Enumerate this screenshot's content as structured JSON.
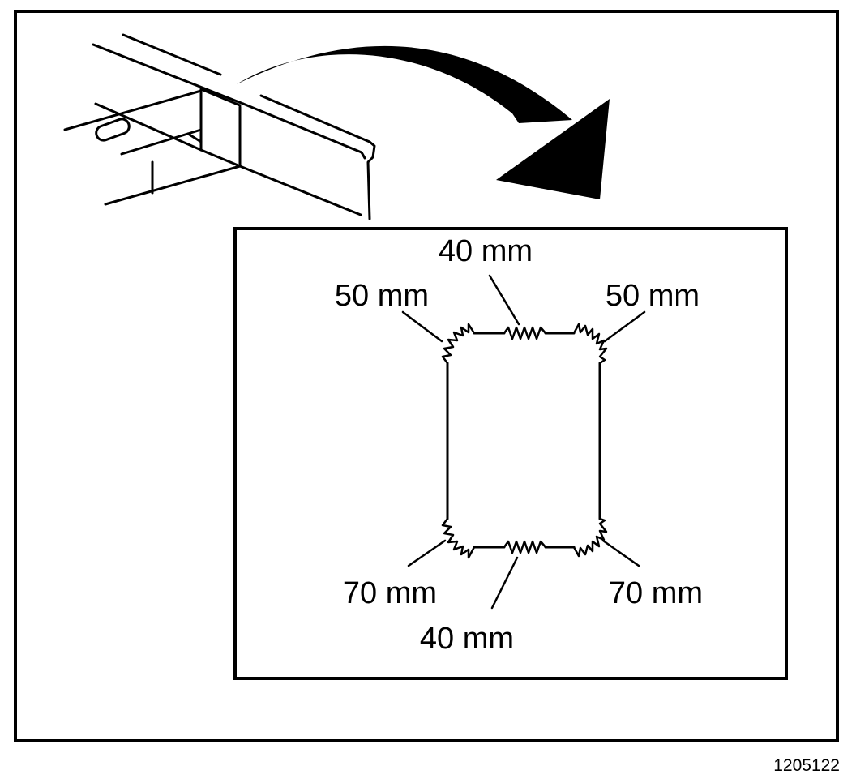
{
  "figure": {
    "id": "1205122"
  },
  "callouts": {
    "top_center": "40 mm",
    "top_left": "50 mm",
    "top_right": "50 mm",
    "bottom_left": "70 mm",
    "bottom_right": "70 mm",
    "bottom_center": "40 mm"
  },
  "colors": {
    "line": "#000000",
    "background": "#ffffff"
  }
}
